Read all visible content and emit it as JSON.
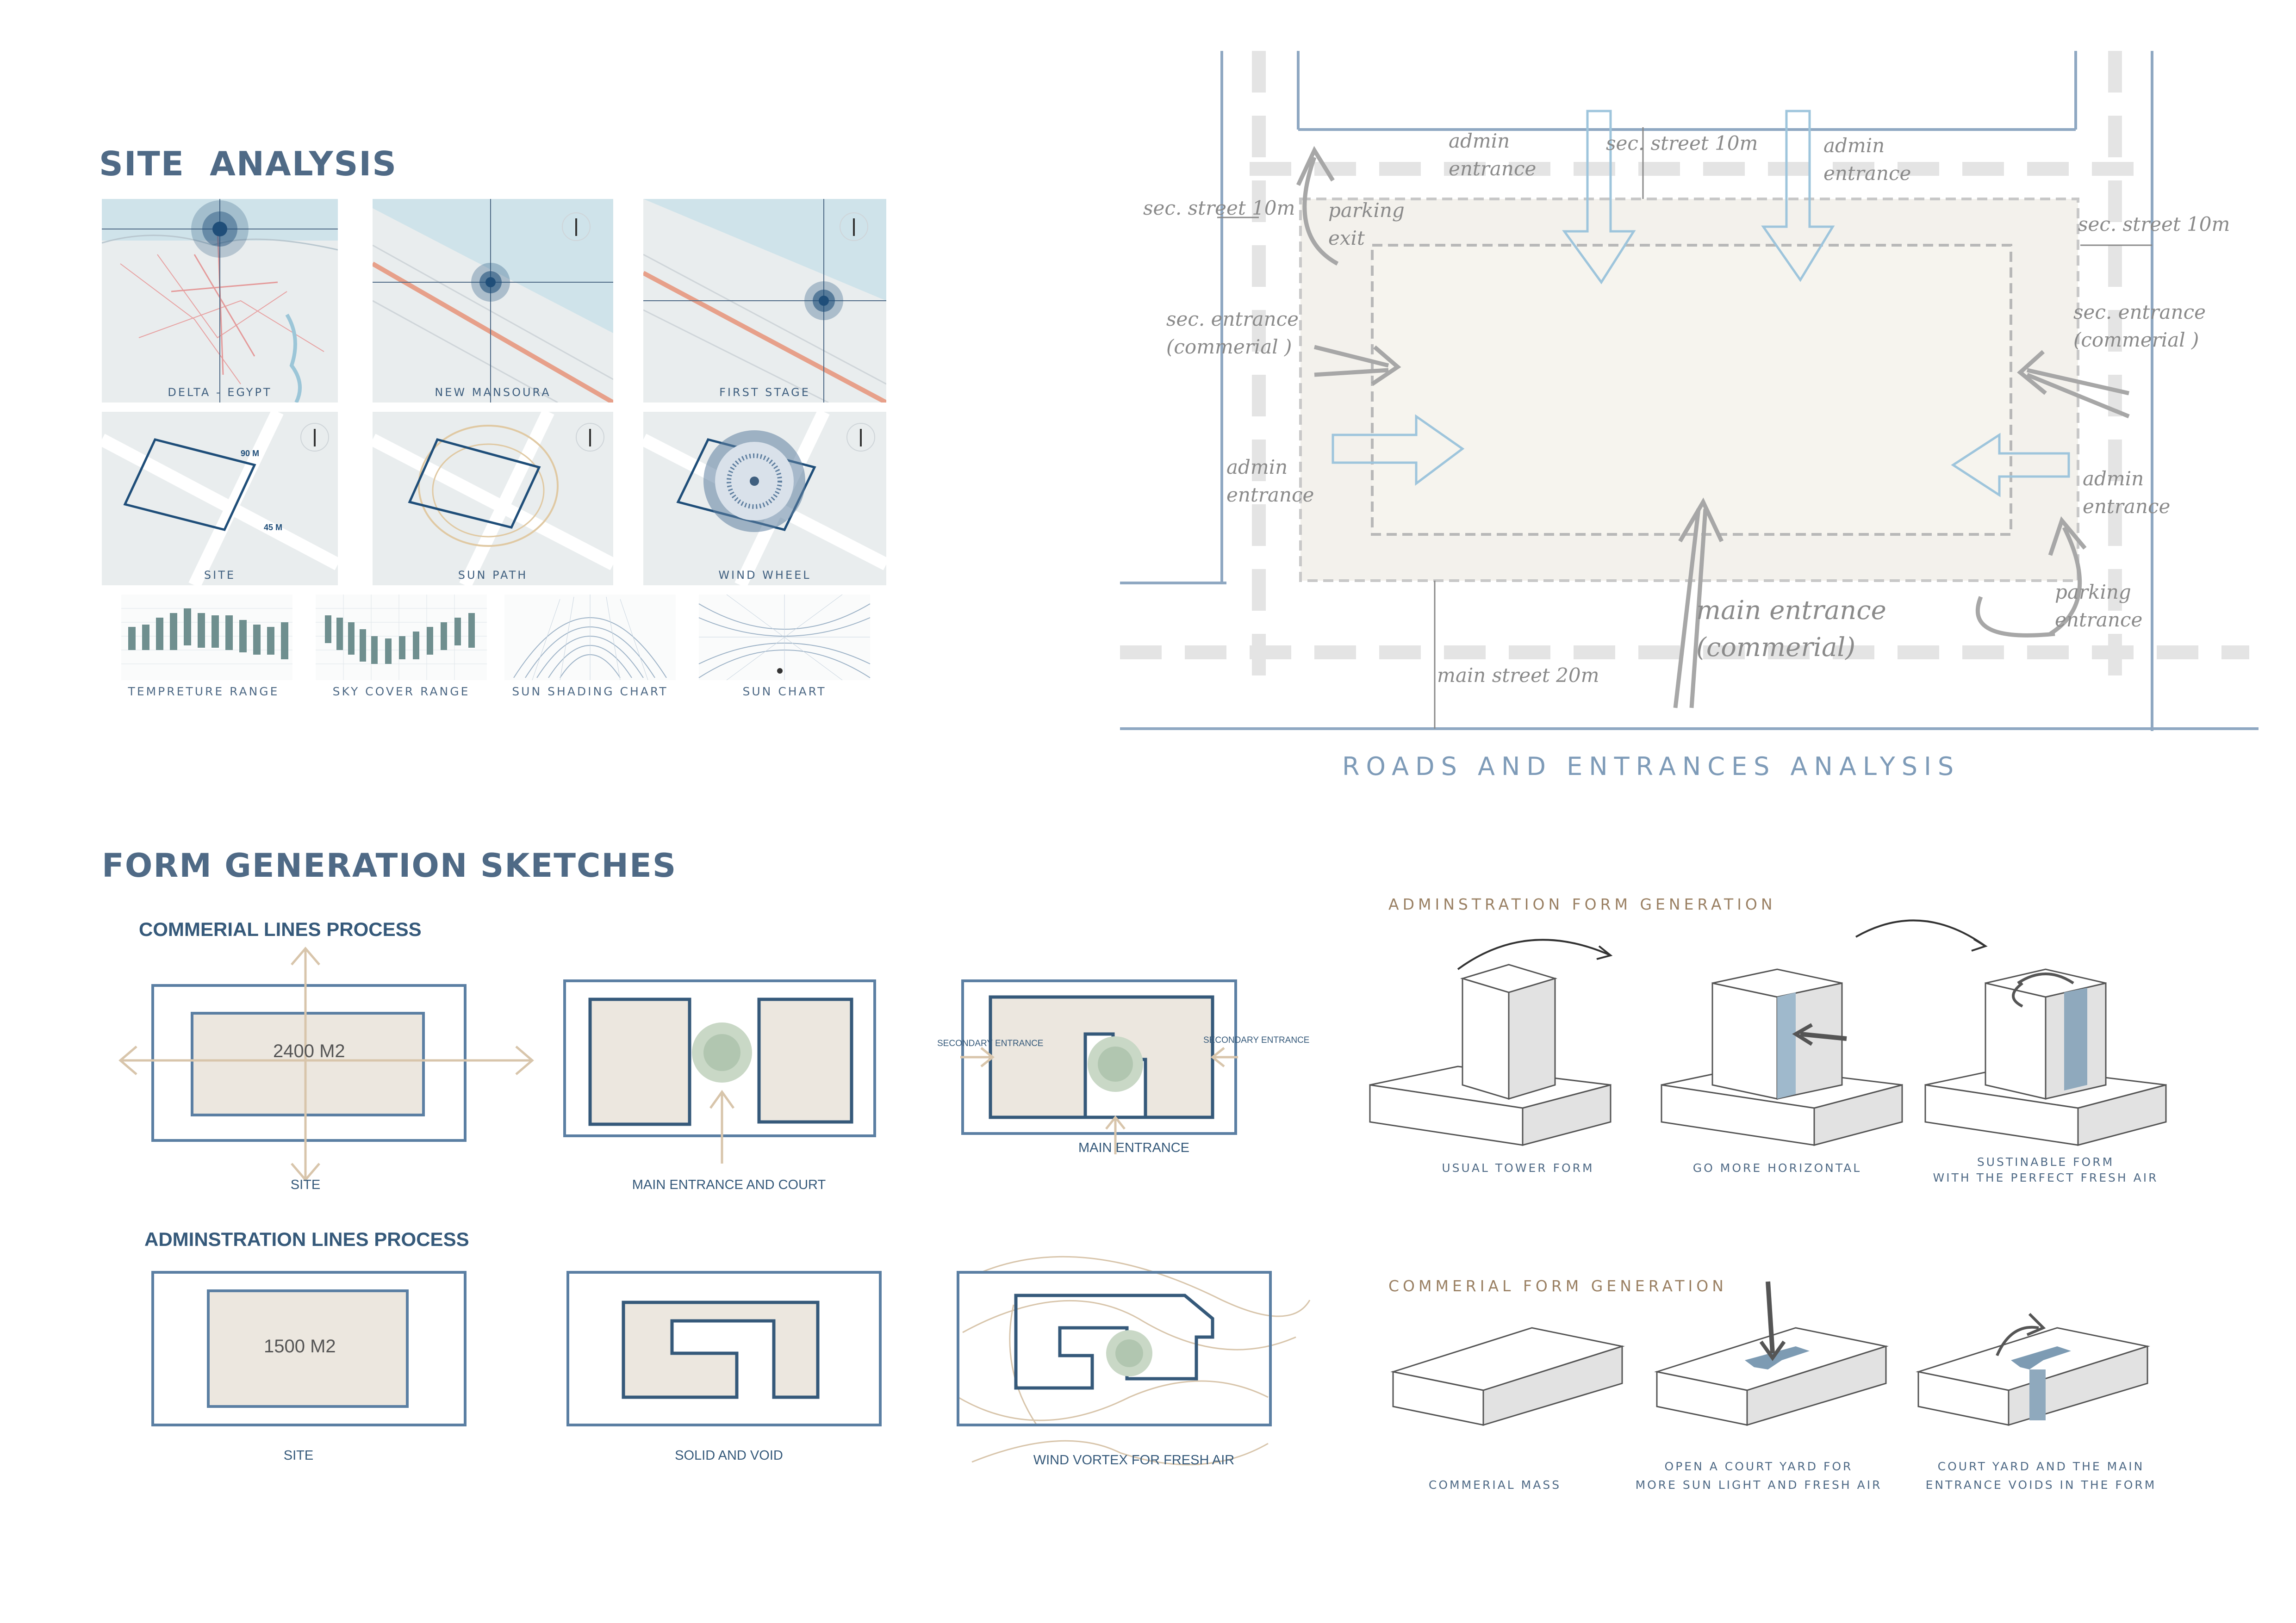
{
  "site_analysis": {
    "title": "SITE  ANALYSIS",
    "tiles": [
      {
        "label": "DELTA - EGYPT"
      },
      {
        "label": "NEW MANSOURA"
      },
      {
        "label": "FIRST STAGE"
      },
      {
        "label": "SITE",
        "dim_long": "90 M",
        "dim_short": "45 M"
      },
      {
        "label": "SUN PATH"
      },
      {
        "label": "WIND WHEEL"
      }
    ],
    "charts": [
      {
        "label": "TEMPRETURE RANGE"
      },
      {
        "label": "SKY COVER RANGE"
      },
      {
        "label": "SUN SHADING CHART"
      },
      {
        "label": "SUN CHART"
      }
    ],
    "north_mark": "N"
  },
  "roads": {
    "title": "ROADS AND ENTRANCES ANALYSIS",
    "labels": {
      "admin_top_left": "admin\nentrance",
      "sec_street_top": "sec. street 10m",
      "admin_top_right": "admin\nentrance",
      "sec_street_left": "sec. street 10m",
      "parking_exit": "parking\nexit",
      "sec_street_right": "sec. street 10m",
      "sec_entrance_left": "sec. entrance\n(commerial )",
      "sec_entrance_right": "sec. entrance\n(commerial )",
      "admin_left": "admin\nentrance",
      "admin_right": "admin\nentrance",
      "main_entrance": "main entrance\n(commerial)",
      "parking_entrance": "parking\nentrance",
      "main_street": "main street 20m"
    }
  },
  "form_generation": {
    "title": "FORM GENERATION SKETCHES",
    "commercial_lines": {
      "title": "COMMERIAL LINES PROCESS",
      "area": "2400 M2",
      "site_label": "SITE",
      "court_label": "MAIN ENTRANCE AND COURT",
      "secondary_left": "SECONDARY ENTRANCE",
      "secondary_right": "SECONDARY ENTRANCE",
      "main_label": "MAIN ENTRANCE"
    },
    "admin_lines": {
      "title": "ADMINSTRATION LINES PROCESS",
      "area": "1500 M2",
      "site_label": "SITE",
      "solid_label": "SOLID AND VOID",
      "wind_label": "WIND VORTEX FOR FRESH AIR"
    },
    "admin_form": {
      "title": "ADMINSTRATION FORM GENERATION",
      "steps": [
        "USUAL TOWER FORM",
        "GO MORE HORIZONTAL",
        "SUSTINABLE FORM\nWITH THE PERFECT FRESH AIR"
      ]
    },
    "commercial_form": {
      "title": "COMMERIAL FORM GENERATION",
      "steps": [
        "COMMERIAL MASS",
        "OPEN A COURT YARD FOR\nMORE SUN LIGHT AND FRESH AIR",
        "COURT YARD AND THE MAIN\nENTRANCE VOIDS IN THE FORM"
      ]
    }
  }
}
